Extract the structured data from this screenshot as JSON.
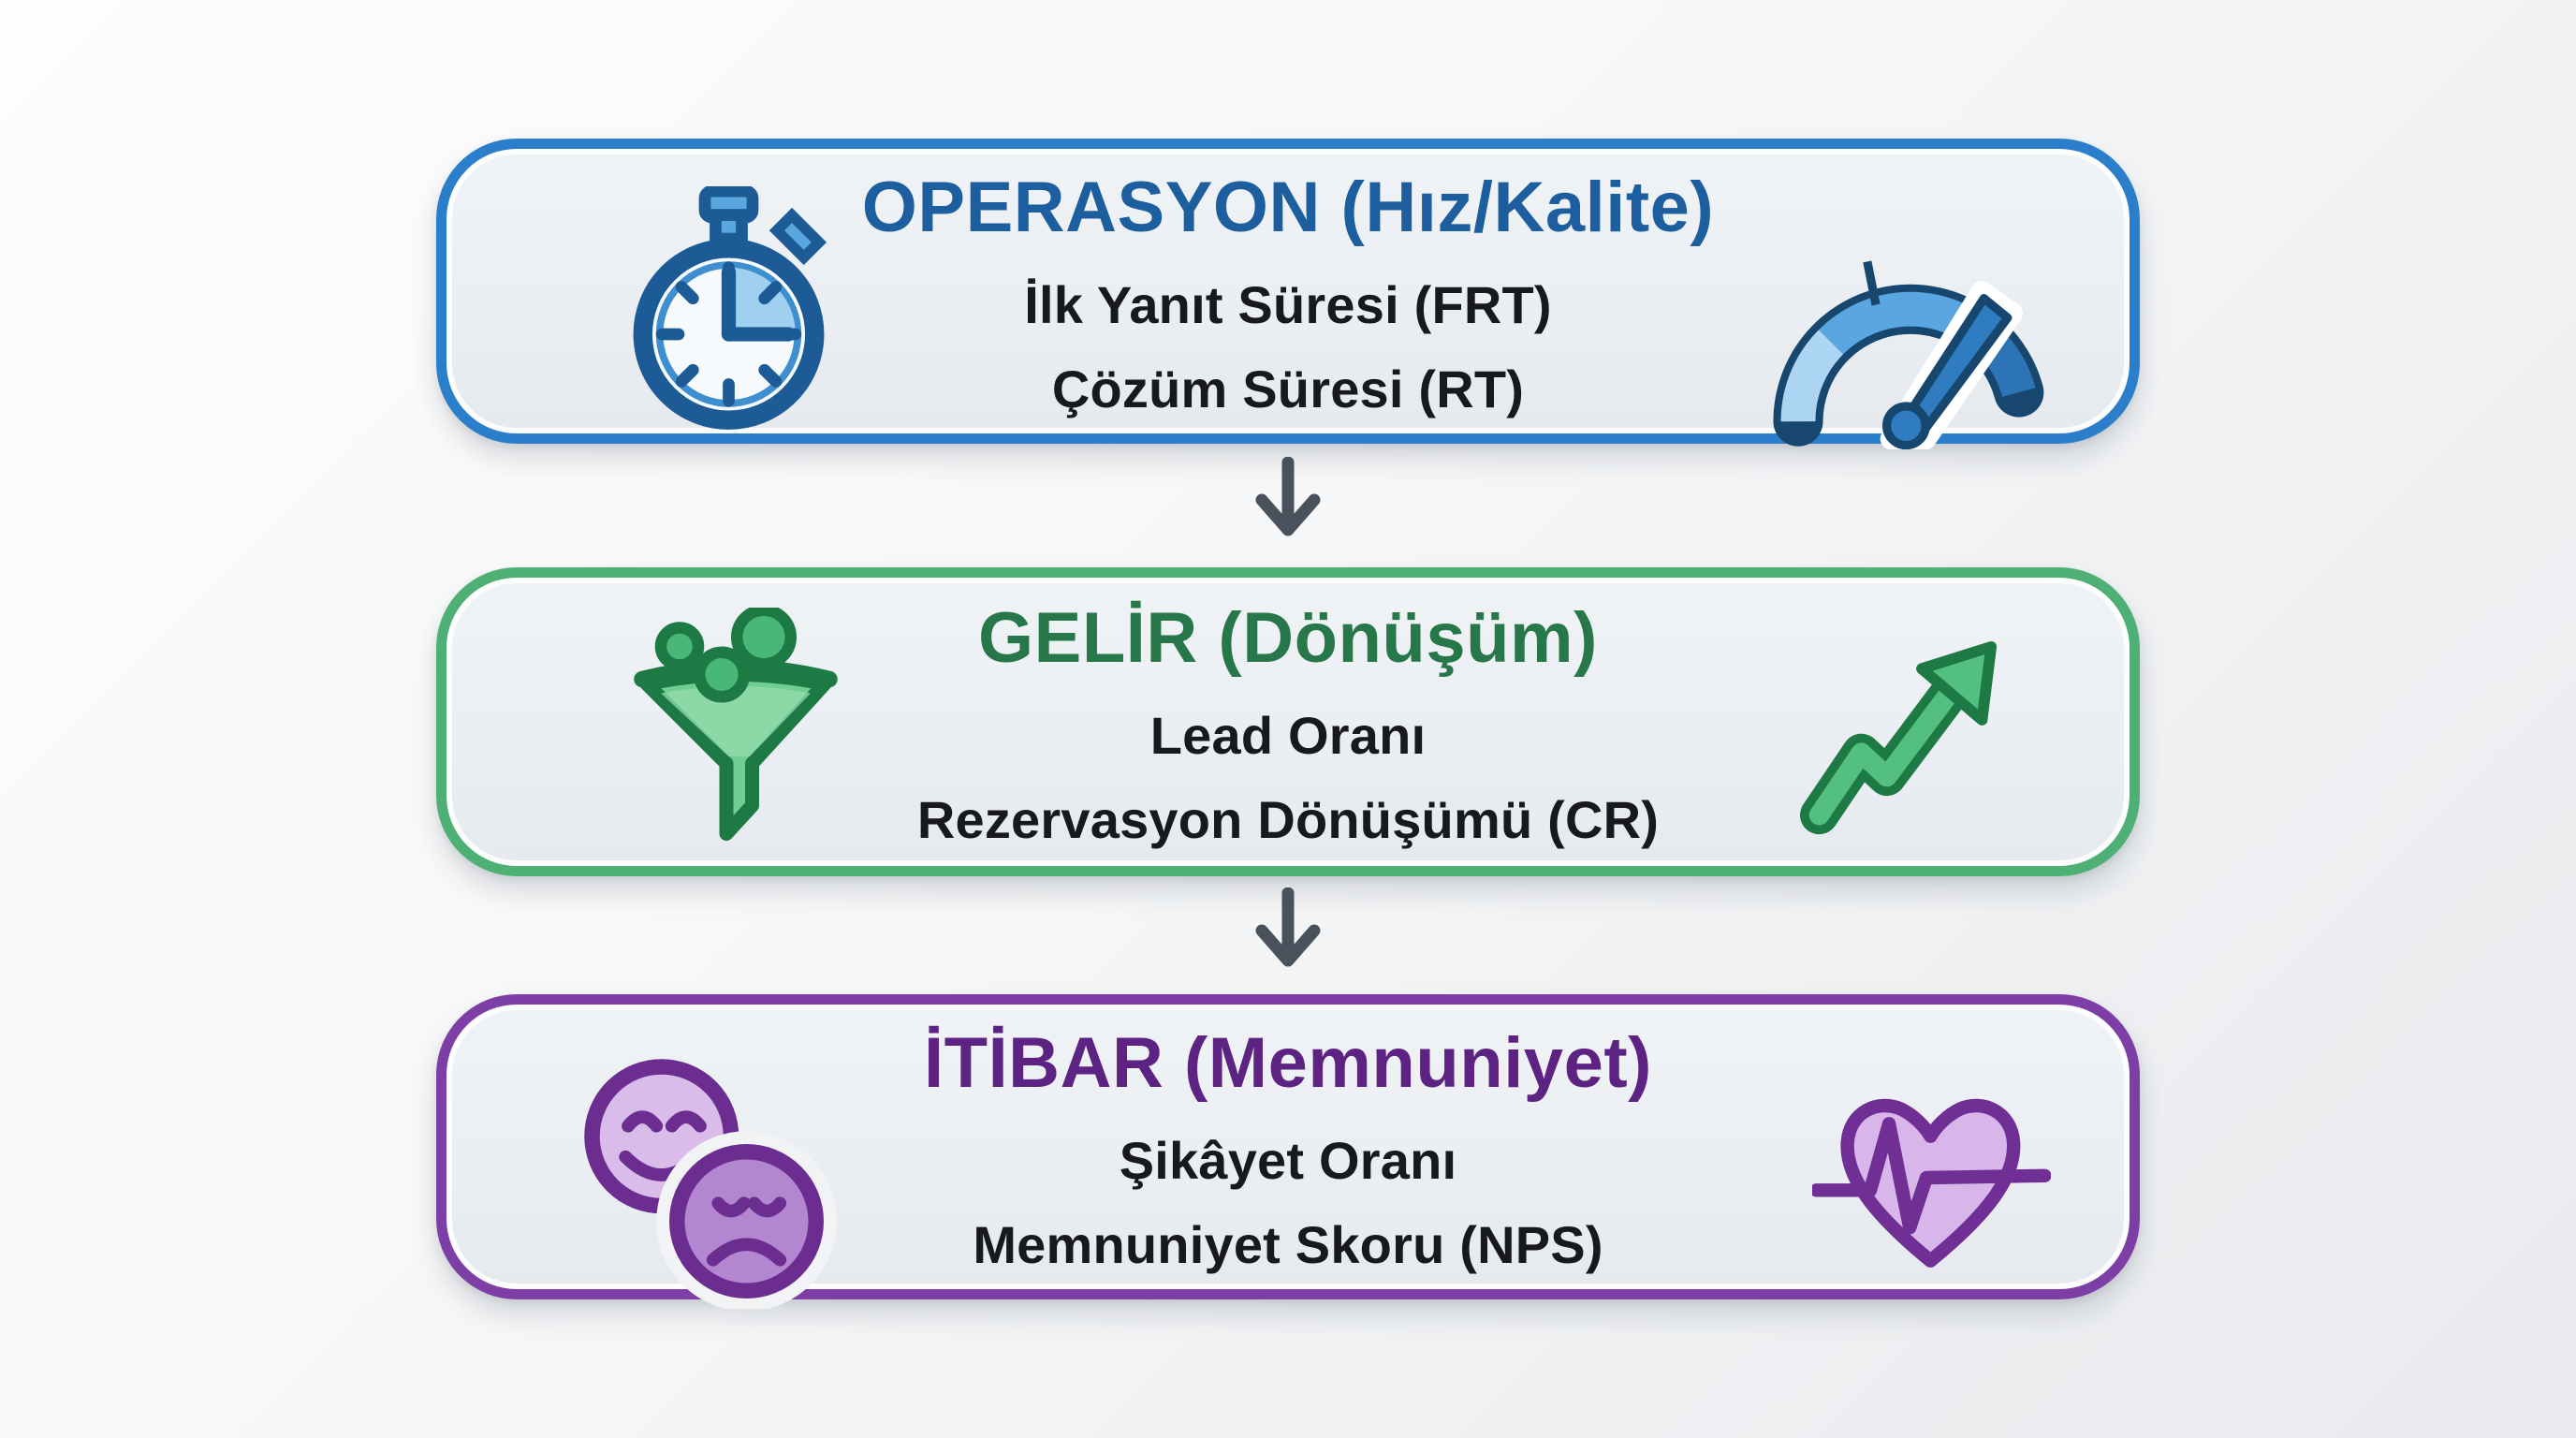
{
  "diagram": {
    "arrow_color": "#49525c",
    "background_color": "#f4f5f7",
    "arrows": [
      {
        "name": "down-arrow-1",
        "direction": "down"
      },
      {
        "name": "down-arrow-2",
        "direction": "down"
      }
    ],
    "boxes": [
      {
        "id": "operasyon",
        "title": "OPERASYON (Hız/Kalite)",
        "lines": [
          "İlk Yanıt Süresi (FRT)",
          "Çözüm Süresi (RT)"
        ],
        "accent_color": "#2b7ec9",
        "title_color": "#1d5e9f",
        "left_icon": "stopwatch-icon",
        "right_icon": "speedometer-icon"
      },
      {
        "id": "gelir",
        "title": "GELİR (Dönüşüm)",
        "lines": [
          "Lead Oranı",
          "Rezervasyon Dönüşümü (CR)"
        ],
        "accent_color": "#4fb076",
        "title_color": "#27774a",
        "left_icon": "funnel-icon",
        "right_icon": "trending-up-icon"
      },
      {
        "id": "itibar",
        "title": "İTİBAR (Memnuniyet)",
        "lines": [
          "Şikâyet Oranı",
          "Memnuniyet Skoru (NPS)"
        ],
        "accent_color": "#7d3ea6",
        "title_color": "#5c2382",
        "left_icon": "happy-sad-faces-icon",
        "right_icon": "heart-pulse-icon"
      }
    ]
  }
}
